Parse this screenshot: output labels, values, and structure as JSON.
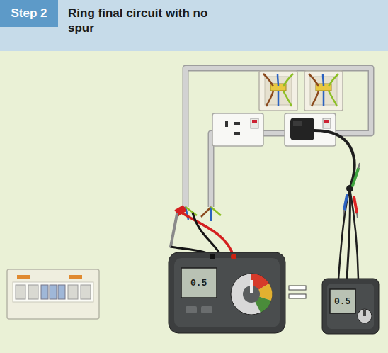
{
  "diagram": {
    "title": "Ring final circuit with no spur",
    "nodes": [
      {
        "text": [
          "Step 2"
        ]
      }
    ],
    "labels": [
      "0.5",
      "0.5"
    ]
  }
}
